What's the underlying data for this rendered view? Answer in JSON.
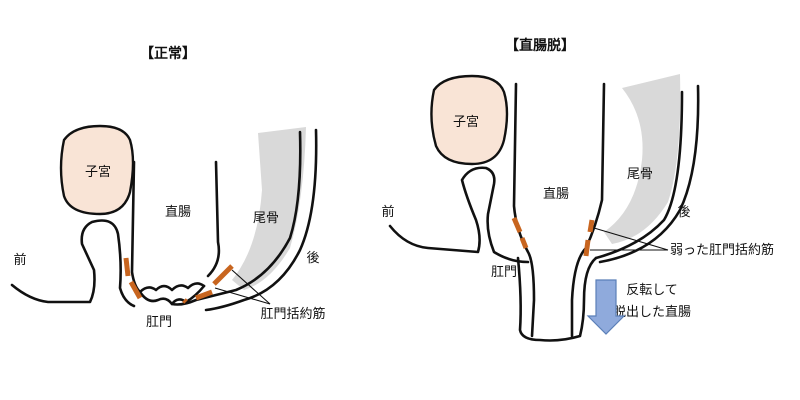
{
  "panels": {
    "normal": {
      "title": "【正常】",
      "uterus": "子宮",
      "rectum": "直腸",
      "coccyx": "尾骨",
      "front": "前",
      "back": "後",
      "anus": "肛門",
      "sphincter": "肛門括約筋"
    },
    "prolapse": {
      "title": "【直腸脱】",
      "uterus": "子宮",
      "rectum": "直腸",
      "coccyx": "尾骨",
      "front": "前",
      "back": "後",
      "anus": "肛門",
      "sphincter": "弱った肛門括約筋",
      "everted_line1": "反転して",
      "everted_line2": "脱出した直腸"
    }
  },
  "colors": {
    "uterus_fill": "#f9e4d6",
    "muscle": "#c8651f",
    "coccyx_shadow": "#d9d9d9",
    "arrow_fill": "#8faadc",
    "arrow_stroke": "#5b7fb8",
    "outline": "#111111"
  },
  "icons": {
    "prolapse_direction": "down-arrow-icon"
  }
}
